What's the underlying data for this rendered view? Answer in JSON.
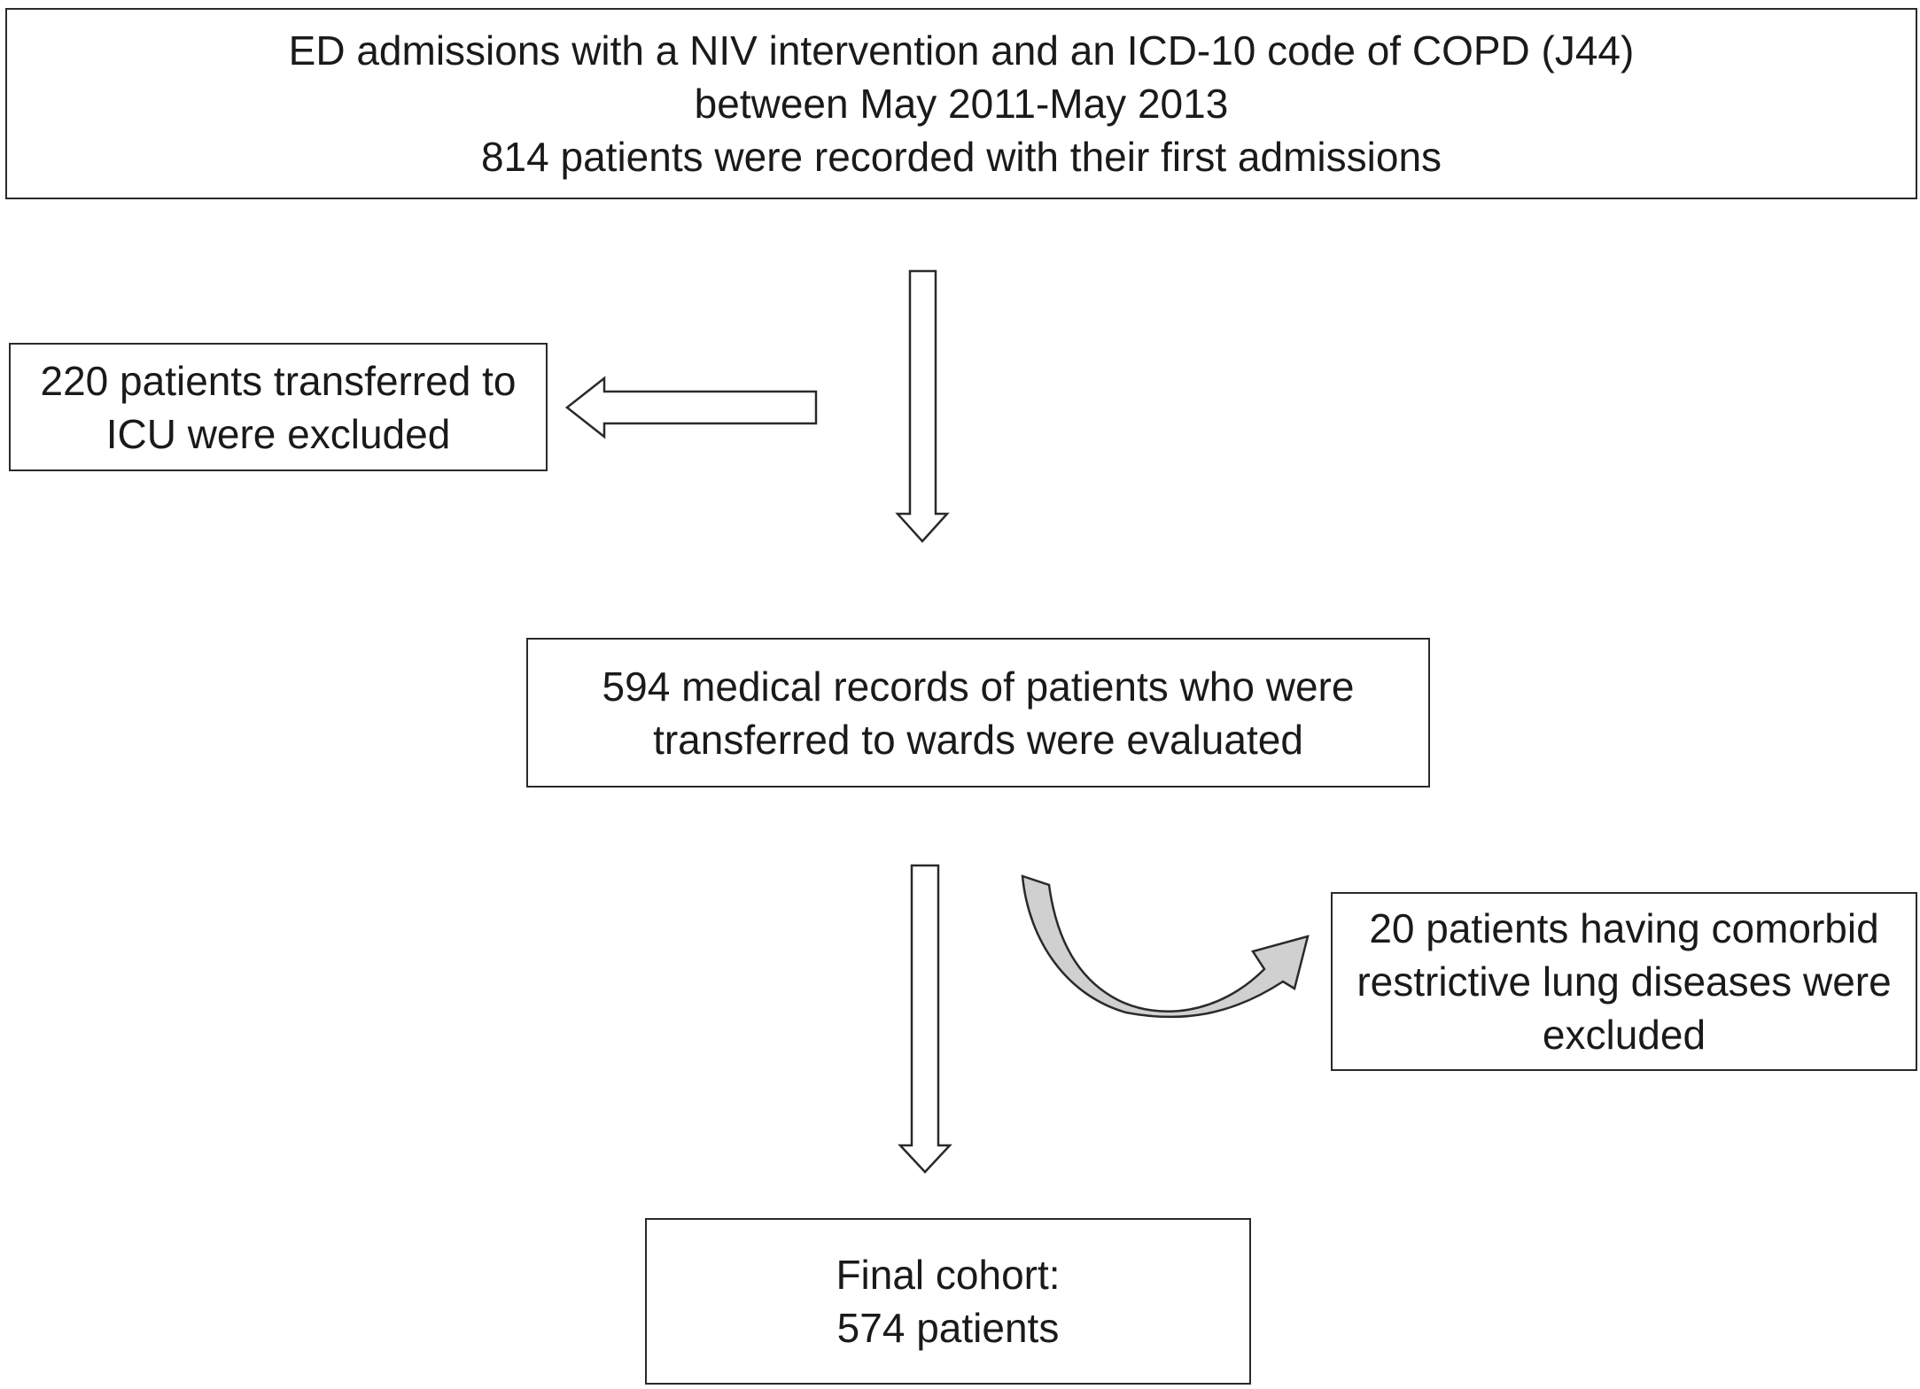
{
  "flowchart": {
    "top_box": {
      "lines": [
        "ED admissions with a NIV intervention and an ICD-10 code of COPD (J44)",
        "between May 2011-May 2013",
        "814 patients were recorded with their first admissions"
      ]
    },
    "icu_exclusion_box": {
      "lines": [
        "220 patients transferred to",
        "ICU were excluded"
      ]
    },
    "evaluated_box": {
      "lines": [
        "594 medical records of patients who were",
        "transferred to wards were evaluated"
      ]
    },
    "comorbid_exclusion_box": {
      "lines": [
        "20 patients having comorbid",
        "restrictive lung diseases were",
        "excluded"
      ]
    },
    "final_box": {
      "lines": [
        "Final cohort:",
        "574 patients"
      ]
    }
  },
  "colors": {
    "border": "#2a2a2a",
    "curved_arrow_fill": "#d0d0d0",
    "background": "#ffffff"
  }
}
